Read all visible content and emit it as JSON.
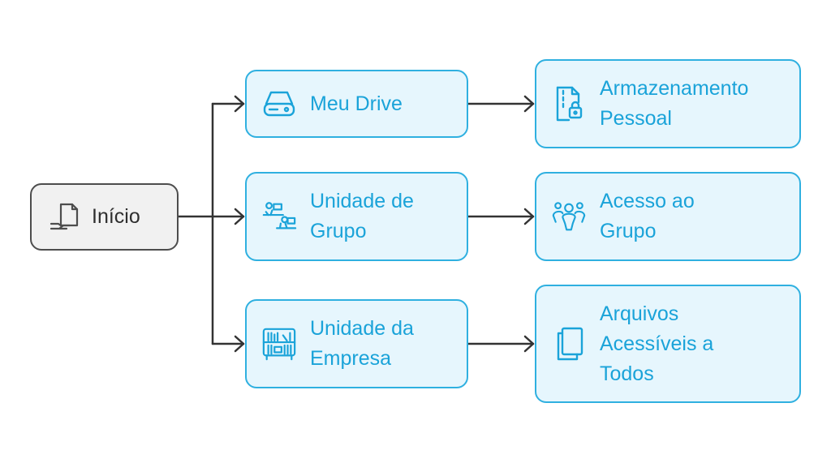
{
  "colors": {
    "accent": "#2fb0e0",
    "accent_text": "#1aa3d9",
    "node_fill": "#e6f6fd",
    "start_fill": "#f1f1f1",
    "start_border": "#4d4d4d",
    "edge": "#333333"
  },
  "start": {
    "label": "Início",
    "icon": "hand-document-icon"
  },
  "branches": [
    {
      "label": "Meu Drive",
      "icon": "hard-drive-icon",
      "target": {
        "label": "Armazenamento\nPessoal",
        "icon": "locked-file-icon"
      }
    },
    {
      "label": "Unidade de\nGrupo",
      "icon": "group-workstations-icon",
      "target": {
        "label": "Acesso ao\nGrupo",
        "icon": "people-group-icon"
      }
    },
    {
      "label": "Unidade da\nEmpresa",
      "icon": "bookshelf-icon",
      "target": {
        "label": "Arquivos\nAcessíveis a\nTodos",
        "icon": "documents-icon"
      }
    }
  ]
}
